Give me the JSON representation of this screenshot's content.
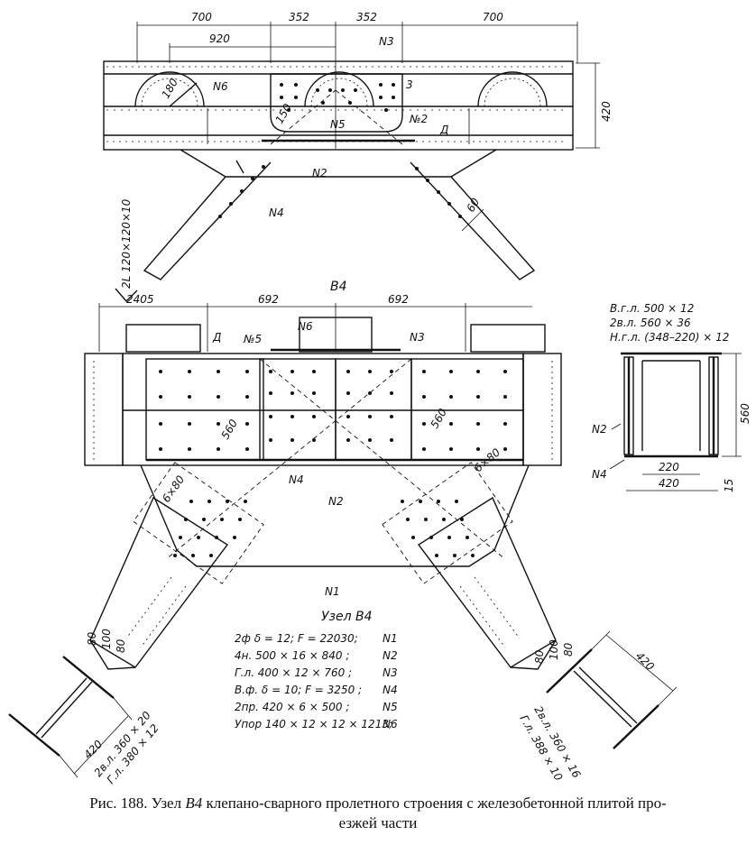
{
  "top_view": {
    "dims": [
      "700",
      "352",
      "352",
      "700",
      "920",
      "420"
    ],
    "labels": {
      "n3": "N3",
      "n6": "N6",
      "n5": "N5",
      "n2_no": "№2",
      "three": "3",
      "d": "Д",
      "n2": "N2",
      "n4": "N4",
      "r180": "180",
      "r150": "150",
      "sixty": "60",
      "side_profile": "2L 120×120×10"
    }
  },
  "middle_view": {
    "title": "B4",
    "dims": [
      "2405",
      "692",
      "692",
      "560",
      "560",
      "6×80",
      "6×80",
      "80",
      "100",
      "80",
      "80",
      "100",
      "80"
    ],
    "labels": {
      "n6": "N6",
      "n5": "№5",
      "n3": "N3",
      "d": "Д",
      "n4": "N4",
      "n2": "N2",
      "n1": "N1"
    }
  },
  "section": {
    "lines": [
      "В.г.л. 500 × 12",
      "2в.л. 560 × 36",
      "Н.г.л. (348–220) × 12"
    ],
    "dims": [
      "560",
      "220",
      "420",
      "15"
    ],
    "labels": {
      "n2": "N2",
      "n4": "N4"
    }
  },
  "spec": {
    "title": "Узел В4",
    "rows": [
      {
        "desc": "2ф  δ = 12;  F = 22030;",
        "mark": "N1"
      },
      {
        "desc": "4н.  500 × 16 × 840 ;",
        "mark": "N2"
      },
      {
        "desc": "Г.л.  400 × 12 × 760 ;",
        "mark": "N3"
      },
      {
        "desc": "В.ф.  δ = 10;  F = 3250 ;",
        "mark": "N4"
      },
      {
        "desc": "2пр.  420 × 6 × 500 ;",
        "mark": "N5"
      },
      {
        "desc": "Упор  140 × 12 × 12 × 1213;",
        "mark": "N6"
      }
    ]
  },
  "left_brace": {
    "dim": "420",
    "line1": "2в.л. 360 × 20",
    "line2": "Г.л. 380 × 12"
  },
  "right_brace": {
    "dim": "420",
    "line1": "2в.л. 360 × 16",
    "line2": "Г.л. 388 × 10"
  },
  "caption": {
    "prefix": "Рис. 188. Узел ",
    "node": "В4",
    "text": " клепано-сварного пролетного строения с железобетонной плитой про-",
    "line2": "езжей части"
  }
}
